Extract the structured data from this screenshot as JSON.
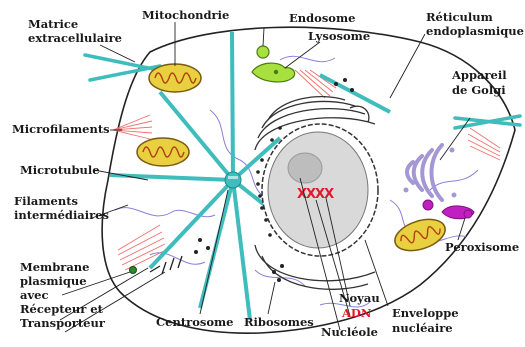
{
  "diagram": {
    "labels": {
      "matrice_1": "Matrice",
      "matrice_2": "extracellulaire",
      "mitochondrie": "Mitochondrie",
      "endosome": "Endosome",
      "lysosome": "Lysosome",
      "reticulum_1": "Réticulum",
      "reticulum_2": "endoplasmique",
      "golgi_1": "Appareil",
      "golgi_2": "de Golgi",
      "microfilaments": "Microfilaments",
      "microtubule": "Microtubule",
      "filaments_1": "Filaments",
      "filaments_2": "intermédiaires",
      "membrane_1": "Membrane",
      "membrane_2": "plasmique",
      "membrane_3": "avec",
      "membrane_4": "Récepteur et",
      "membrane_5": "Transporteur",
      "centrosome": "Centrosome",
      "ribosomes": "Ribosomes",
      "noyau": "Noyau",
      "adn": "ADN",
      "nucleole": "Nucléole",
      "enveloppe_1": "Enveloppe",
      "enveloppe_2": "nucléaire",
      "peroxisome": "Peroxisome"
    },
    "colors": {
      "microtubule": "#3fbcbc",
      "microfilament": "#f07070",
      "intermediate_filament": "#8a80d8",
      "mitochondria": "#e8d040",
      "endosome": "#a8e040",
      "peroxisome": "#c020c0",
      "dna": "#e0182a",
      "nucleus_fill": "#d9d9d9",
      "nucleolus_fill": "#bdbdbd",
      "outline": "#222222"
    }
  }
}
